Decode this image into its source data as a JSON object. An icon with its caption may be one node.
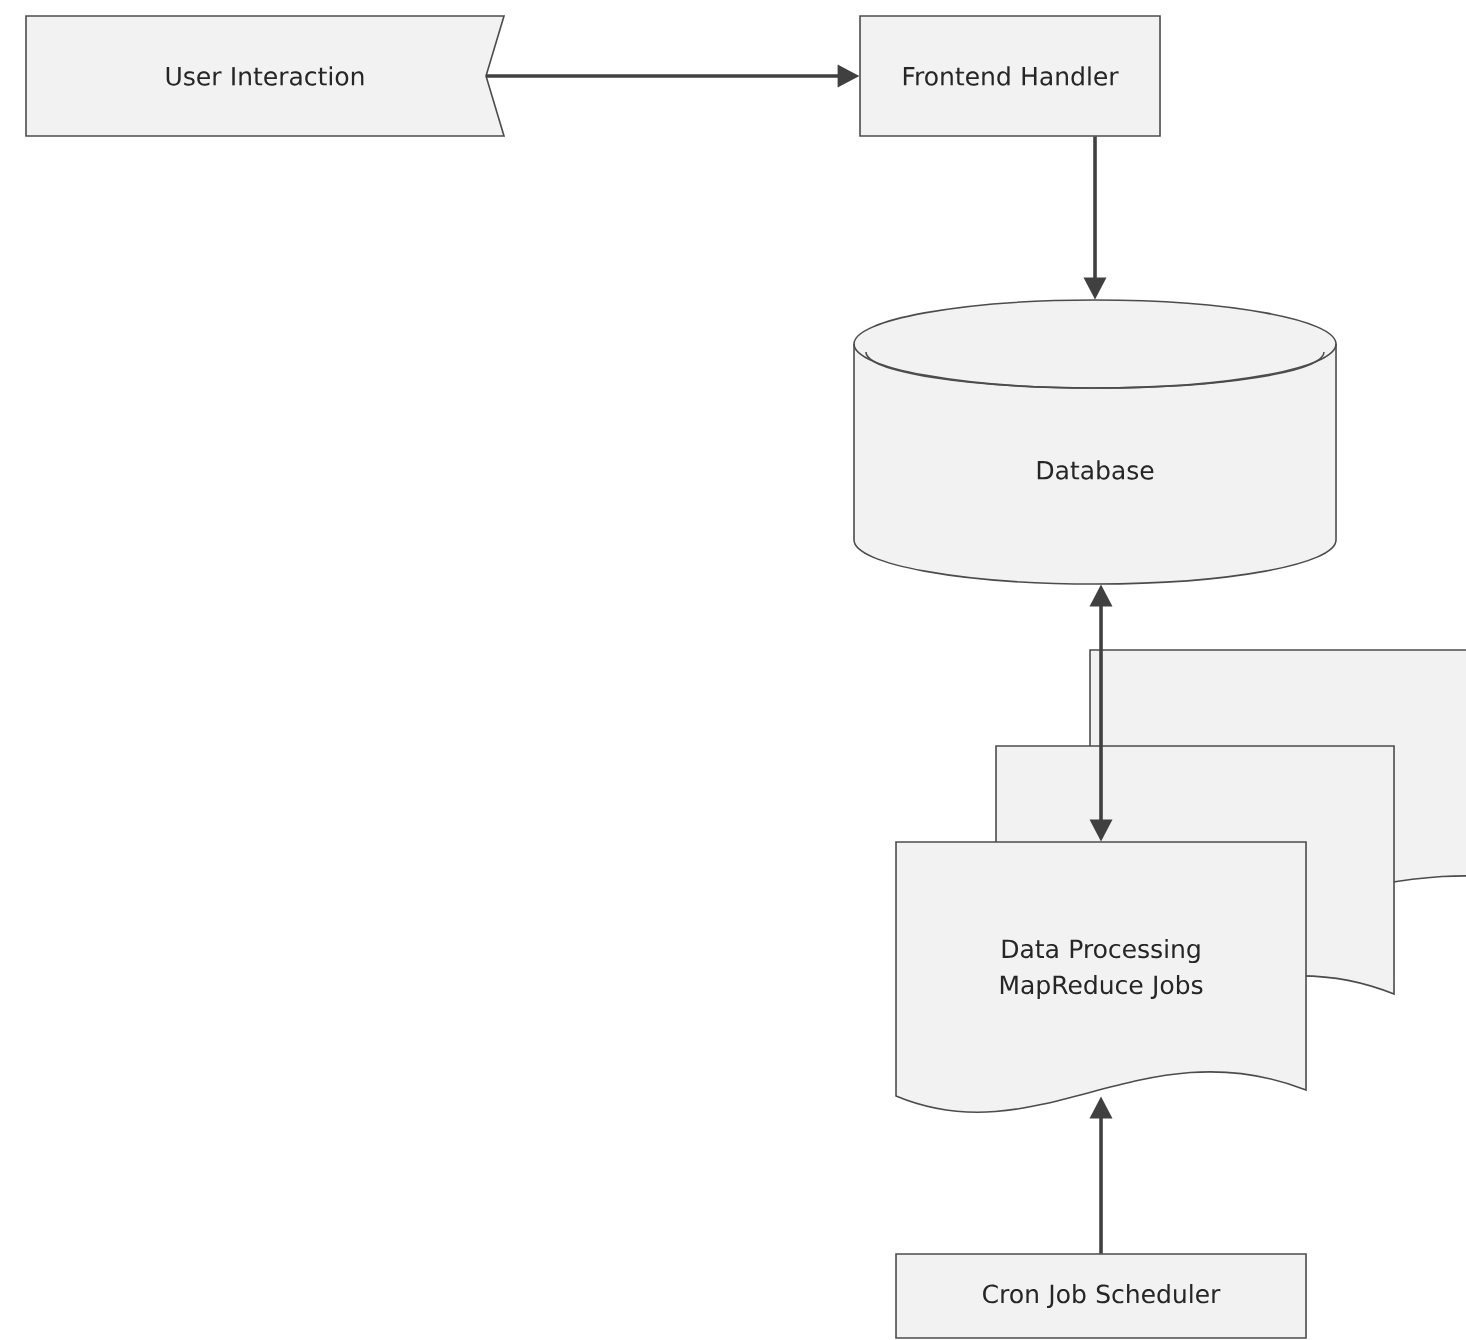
{
  "diagram": {
    "nodes": [
      {
        "text": [
          "User Interaction"
        ]
      },
      {
        "text": [
          "Frontend Handler"
        ]
      },
      {
        "text": [
          "Database"
        ]
      },
      {
        "text": [
          "Data Processing MapReduce Jobs"
        ]
      },
      {
        "text": [
          "Cron Job Scheduler"
        ]
      }
    ],
    "edges": [
      {
        "from": 0,
        "to": 1,
        "arrow": "to"
      },
      {
        "from": 1,
        "to": 2,
        "arrow": "to"
      },
      {
        "from": 2,
        "to": 3,
        "arrow": "both"
      },
      {
        "from": 4,
        "to": 3,
        "arrow": "to"
      }
    ]
  }
}
